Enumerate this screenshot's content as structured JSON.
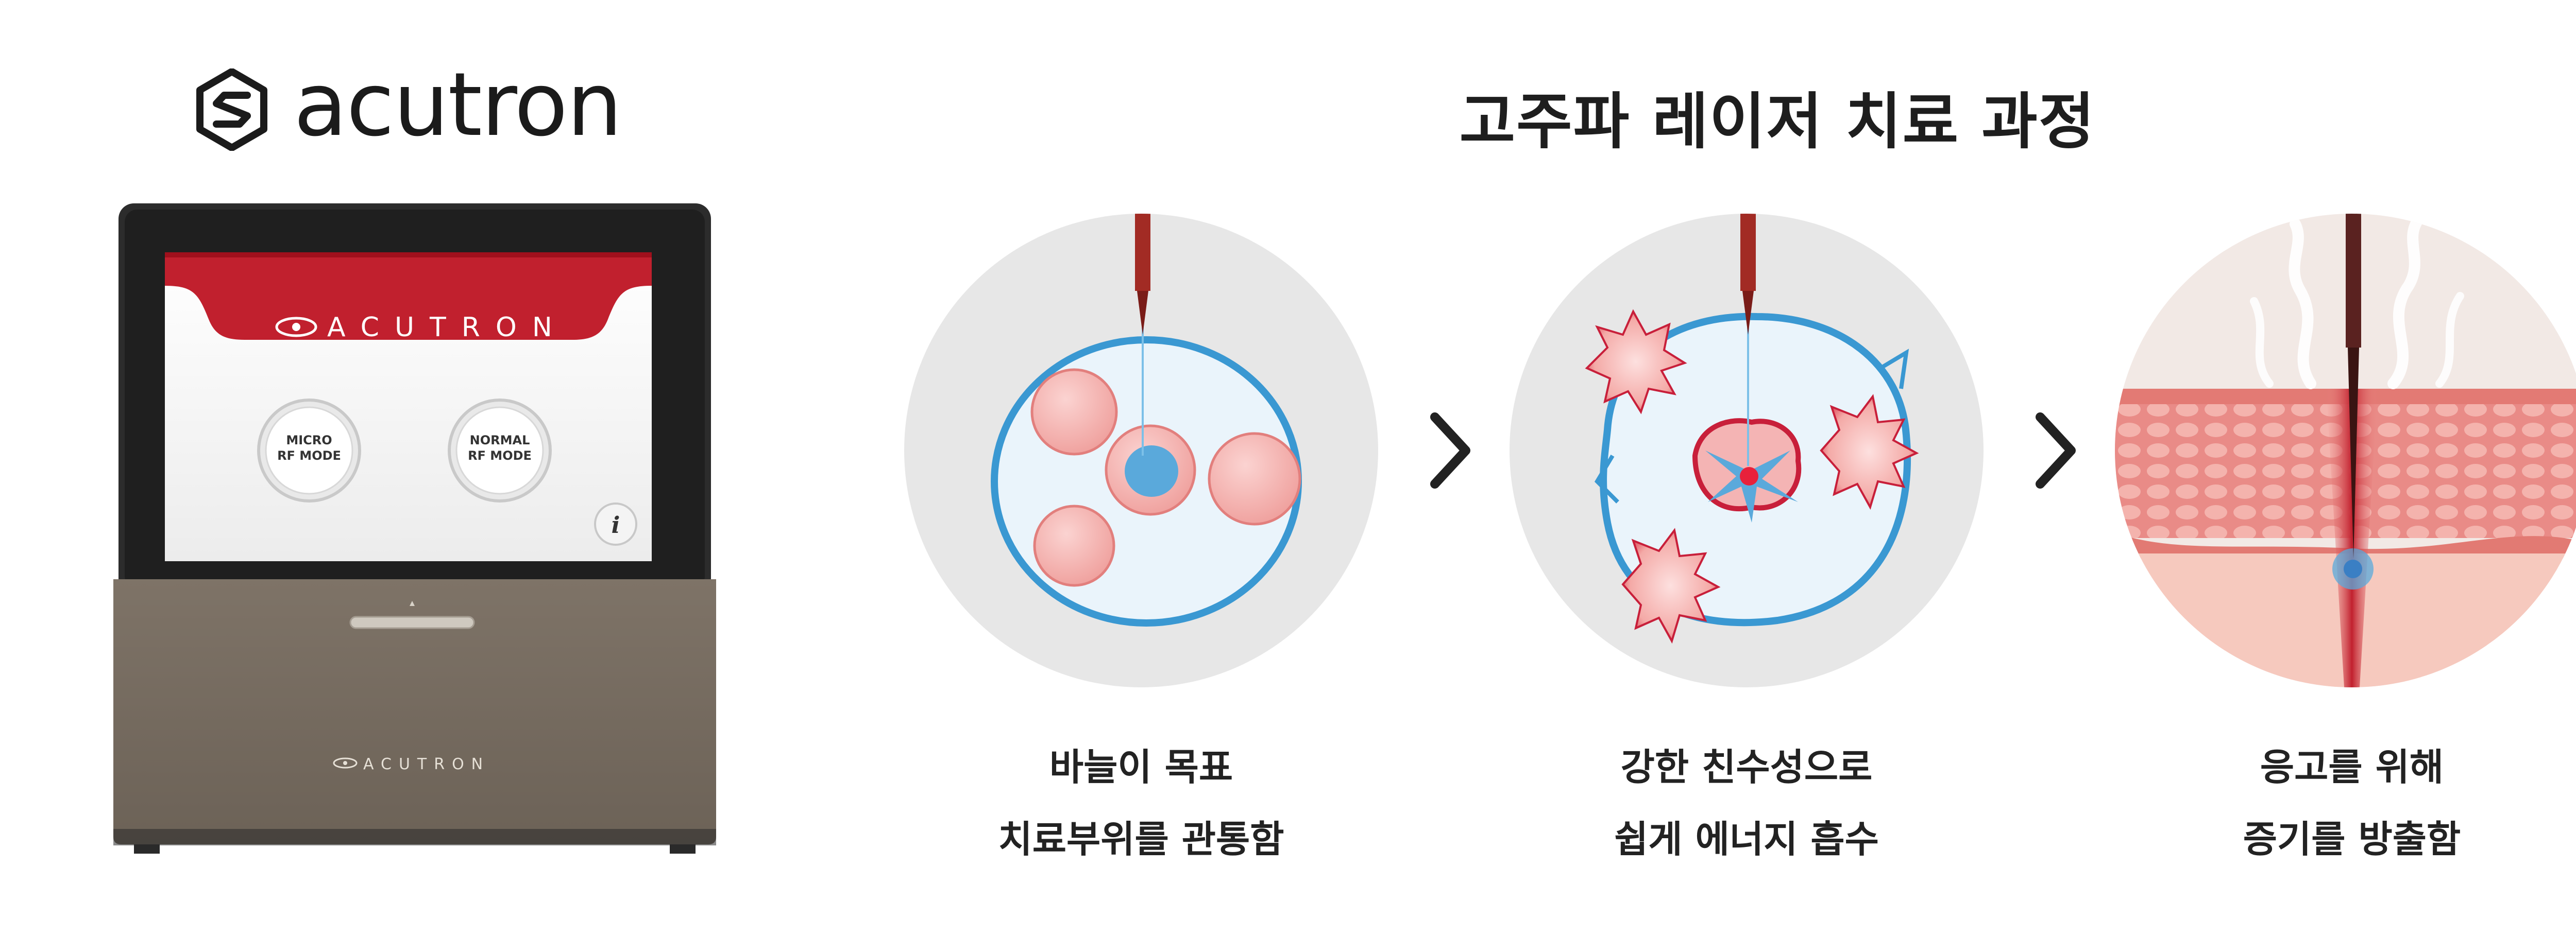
{
  "brand": {
    "name": "acutron",
    "logo_icon": "hexagon-s-logo-icon"
  },
  "device": {
    "screen_brand": "ACUTRON",
    "button_micro": [
      "MICRO",
      "RF MODE"
    ],
    "button_normal": [
      "NORMAL",
      "RF MODE"
    ],
    "info_label": "i",
    "base_brand": "ACUTRON",
    "colors": {
      "screen_header": "#c1202e",
      "body": "#756a5e",
      "bezel": "#2b2b2b"
    }
  },
  "headline": "고주파 레이저 치료 과정",
  "steps": [
    {
      "line1": "바늘이 목표",
      "line2": "치료부위를 관통함"
    },
    {
      "line1": "강한 친수성으로",
      "line2": "쉽게 에너지 흡수"
    },
    {
      "line1": "응고를 위해",
      "line2": "증기를 방출함"
    }
  ],
  "icons": {
    "next": "chevron-right-icon"
  },
  "colors": {
    "accent_red": "#c1202e",
    "cell_pink": "#f3b7b7",
    "membrane_blue": "#3a98d2",
    "circle_bg": "#e6e6e6"
  }
}
